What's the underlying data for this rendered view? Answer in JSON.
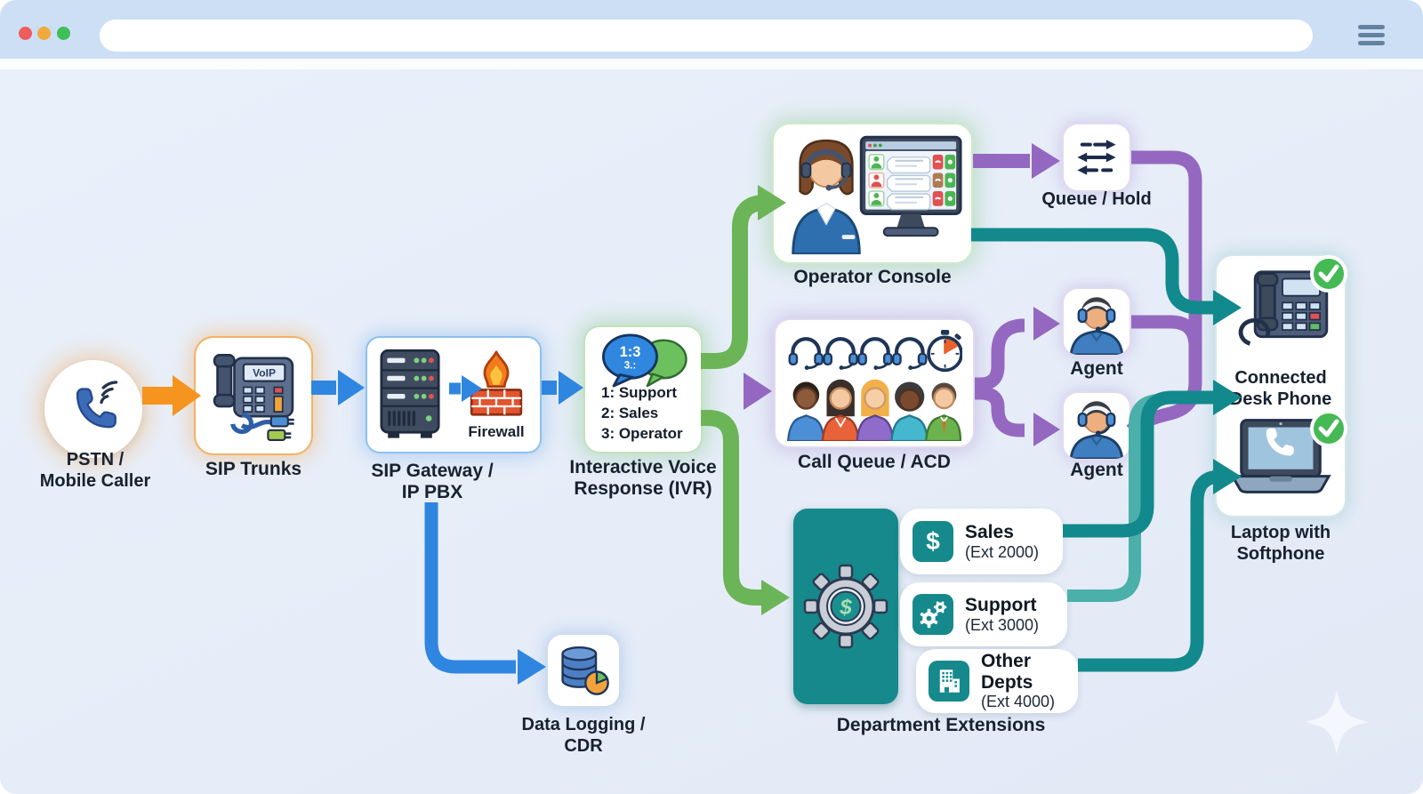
{
  "window": {
    "address_value": "",
    "address_placeholder": ""
  },
  "glyphs": {
    "voip": "VoIP",
    "bubble_top": "1:3",
    "bubble_bottom": "3.:",
    "dollar": "$",
    "gear_dollar": "$"
  },
  "diagram": {
    "pstn": {
      "line1": "PSTN /",
      "line2": "Mobile Caller"
    },
    "sip_trunks": {
      "label": "SIP Trunks"
    },
    "gateway": {
      "line1": "SIP Gateway /",
      "line2": "IP PBX",
      "firewall": "Firewall"
    },
    "ivr": {
      "line1": "Interactive Voice",
      "line2": "Response (IVR)",
      "menu": [
        "1: Support",
        "2: Sales",
        "3: Operator"
      ]
    },
    "data_logging": {
      "line1": "Data Logging /",
      "line2": "CDR"
    },
    "operator": {
      "label": "Operator Console"
    },
    "queue_hold": {
      "label": "Queue / Hold"
    },
    "call_queue": {
      "label": "Call Queue / ACD"
    },
    "agents": {
      "top": "Agent",
      "bottom": "Agent"
    },
    "departments": {
      "label": "Department Extensions",
      "rows": [
        {
          "title": "Sales",
          "ext": "(Ext 2000)"
        },
        {
          "title": "Support",
          "ext": "(Ext 3000)"
        },
        {
          "title": "Other Depts",
          "ext": "(Ext 4000)"
        }
      ]
    },
    "endpoints": {
      "desk_line1": "Connected",
      "desk_line2": "Desk Phone",
      "laptop_line1": "Laptop with",
      "laptop_line2": "Softphone"
    }
  },
  "colors": {
    "arrow_orange": "#F5941F",
    "arrow_blue": "#2E86E0",
    "arrow_green": "#6BB457",
    "arrow_purple": "#9468C1",
    "arrow_teal": "#12898C",
    "arrow_teal_light": "#4AB0A9",
    "dept_teal": "#15898C",
    "check_green": "#45B954"
  }
}
